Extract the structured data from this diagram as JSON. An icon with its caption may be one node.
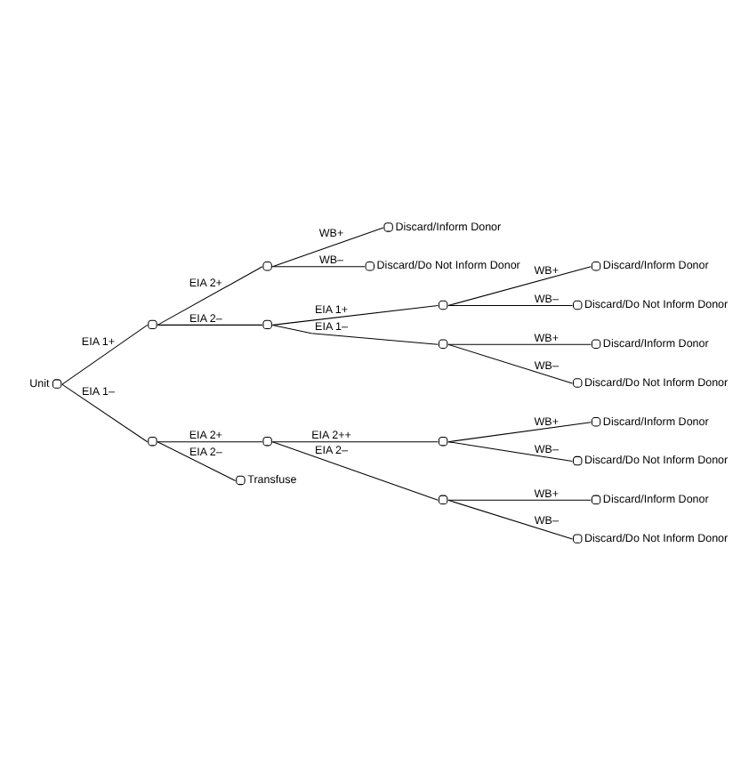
{
  "diagram": {
    "nodes": [
      {
        "text": [],
        "shape": "box",
        "beside": [
          "Unit"
        ]
      },
      {
        "text": [],
        "shape": "box"
      },
      {
        "text": [],
        "shape": "box"
      },
      {
        "text": [],
        "shape": "box",
        "beside": [
          "Discard/Inform Donor"
        ]
      },
      {
        "text": [],
        "shape": "box",
        "beside": [
          "Discard/Do Not Inform Donor"
        ]
      },
      {
        "text": [],
        "shape": "box"
      },
      {
        "text": [],
        "shape": "box"
      },
      {
        "text": [],
        "shape": "box",
        "beside": [
          "Discard/Inform Donor"
        ]
      },
      {
        "text": [],
        "shape": "box",
        "beside": [
          "Discard/Do Not Inform Donor"
        ]
      },
      {
        "text": [],
        "shape": "box"
      },
      {
        "text": [],
        "shape": "box",
        "beside": [
          "Discard/Inform Donor"
        ]
      },
      {
        "text": [],
        "shape": "box",
        "beside": [
          "Discard/Do Not Inform Donor"
        ]
      },
      {
        "text": [],
        "shape": "box"
      },
      {
        "text": [],
        "shape": "box"
      },
      {
        "text": [],
        "shape": "box"
      },
      {
        "text": [],
        "shape": "box",
        "beside": [
          "Discard/Inform Donor"
        ]
      },
      {
        "text": [],
        "shape": "box",
        "beside": [
          "Discard/Do Not Inform Donor"
        ]
      },
      {
        "text": [],
        "shape": "box"
      },
      {
        "text": [],
        "shape": "box",
        "beside": [
          "Discard/Inform Donor"
        ]
      },
      {
        "text": [],
        "shape": "box",
        "beside": [
          "Discard/Do Not Inform Donor"
        ]
      },
      {
        "text": [],
        "shape": "box",
        "beside": [
          "Transfuse"
        ]
      }
    ],
    "edges": [
      {
        "from": 0,
        "to": 1,
        "arrow": "none",
        "label": "EIA 1+"
      },
      {
        "from": 1,
        "to": 2,
        "arrow": "none",
        "label": "EIA 2+"
      },
      {
        "from": 2,
        "to": 3,
        "arrow": "none",
        "label": "WB+"
      },
      {
        "from": 2,
        "to": 4,
        "arrow": "none",
        "label": "WB–"
      },
      {
        "from": 1,
        "to": 5,
        "arrow": "none",
        "label": "EIA 2–"
      },
      {
        "from": 5,
        "to": 6,
        "arrow": "none",
        "label": "EIA 1+"
      },
      {
        "from": 6,
        "to": 7,
        "arrow": "none",
        "label": "WB+"
      },
      {
        "from": 6,
        "to": 8,
        "arrow": "none",
        "label": "WB–"
      },
      {
        "from": 5,
        "to": 9,
        "arrow": "none",
        "label": "EIA 1–"
      },
      {
        "from": 9,
        "to": 10,
        "arrow": "none",
        "label": "WB+"
      },
      {
        "from": 9,
        "to": 11,
        "arrow": "none",
        "label": "WB–"
      },
      {
        "from": 0,
        "to": 12,
        "arrow": "none",
        "label": "EIA 1–"
      },
      {
        "from": 12,
        "to": 13,
        "arrow": "none",
        "label": "EIA 2+"
      },
      {
        "from": 13,
        "to": 14,
        "arrow": "none",
        "label": "EIA 2++"
      },
      {
        "from": 14,
        "to": 15,
        "arrow": "none",
        "label": "WB+"
      },
      {
        "from": 14,
        "to": 16,
        "arrow": "none",
        "label": "WB–"
      },
      {
        "from": 13,
        "to": 17,
        "arrow": "none",
        "label": "EIA 2–"
      },
      {
        "from": 17,
        "to": 18,
        "arrow": "none",
        "label": "WB+"
      },
      {
        "from": 17,
        "to": 19,
        "arrow": "none",
        "label": "WB–"
      },
      {
        "from": 12,
        "to": 20,
        "arrow": "none",
        "label": "EIA 2–"
      }
    ]
  }
}
